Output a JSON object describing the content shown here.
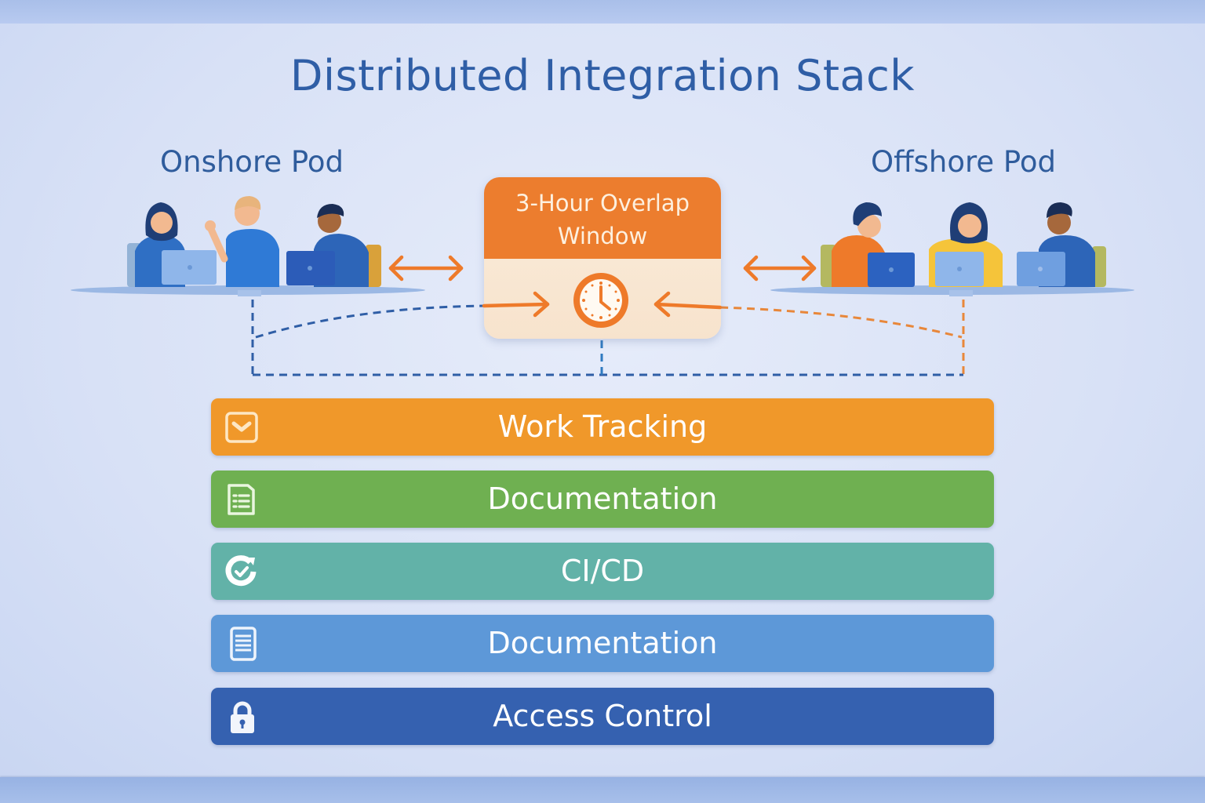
{
  "title": "Distributed Integration Stack",
  "pods": {
    "onshore": {
      "label": "Onshore Pod",
      "members": 3
    },
    "offshore": {
      "label": "Offshore Pod",
      "members": 3
    }
  },
  "overlap": {
    "line1": "3-Hour Overlap",
    "line2": "Window",
    "icon": "clock-icon"
  },
  "stack": [
    {
      "label": "Work Tracking",
      "icon": "inbox-check-icon",
      "color": "#f0982a"
    },
    {
      "label": "Documentation",
      "icon": "document-list-icon",
      "color": "#6fb051"
    },
    {
      "label": "CI/CD",
      "icon": "cycle-check-icon",
      "color": "#62b2a8"
    },
    {
      "label": "Documentation",
      "icon": "document-icon",
      "color": "#5d98d8"
    },
    {
      "label": "Access Control",
      "icon": "lock-icon",
      "color": "#3561b0"
    }
  ],
  "colors": {
    "accent_orange": "#ec7d2e",
    "connector_blue": "#2f5ea6",
    "title_blue": "#2f5ea6"
  }
}
